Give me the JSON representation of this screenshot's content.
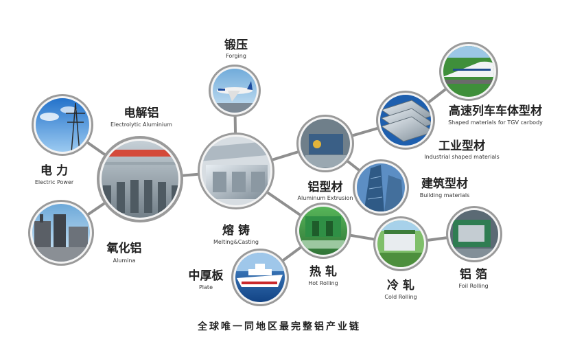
{
  "caption": "全球唯一同地区最完整铝产业链",
  "nodes": {
    "forging": {
      "cn": "锻压",
      "en": "Forging",
      "icon": "airplane-icon"
    },
    "electrolytic": {
      "cn": "电解铝",
      "en": "Electrolytic Aluminium",
      "icon": "factory-hall-icon"
    },
    "power": {
      "cn": "电 力",
      "en": "Electric Power",
      "icon": "power-tower-icon"
    },
    "alumina": {
      "cn": "氧化铝",
      "en": "Alumina",
      "icon": "refinery-icon"
    },
    "casting": {
      "cn": "熔 铸",
      "en": "Melting&Casting",
      "icon": "casting-hall-icon"
    },
    "extrusion": {
      "cn": "铝型材",
      "en": "Aluminum Extrusion",
      "icon": "extrusion-machine-icon"
    },
    "tgv": {
      "cn": "高速列车车体型材",
      "en": "Shaped materials for TGV carbody",
      "icon": "bullet-train-icon"
    },
    "industrial": {
      "cn": "工业型材",
      "en": "Industrial shaped materials",
      "icon": "profile-bars-icon"
    },
    "building": {
      "cn": "建筑型材",
      "en": "Building materials",
      "icon": "skyscraper-icon"
    },
    "hotrolling": {
      "cn": "热 轧",
      "en": "Hot Rolling",
      "icon": "rolling-mill-icon"
    },
    "plate": {
      "cn": "中厚板",
      "en": "Plate",
      "icon": "ship-icon"
    },
    "coldrolling": {
      "cn": "冷 轧",
      "en": "Cold Rolling",
      "icon": "plant-icon"
    },
    "foil": {
      "cn": "铝 箔",
      "en": "Foil Rolling",
      "icon": "foil-machine-icon"
    }
  },
  "colors": {
    "ring": "#9a9a9a",
    "connector": "#8f8f8f",
    "text": "#222222"
  }
}
